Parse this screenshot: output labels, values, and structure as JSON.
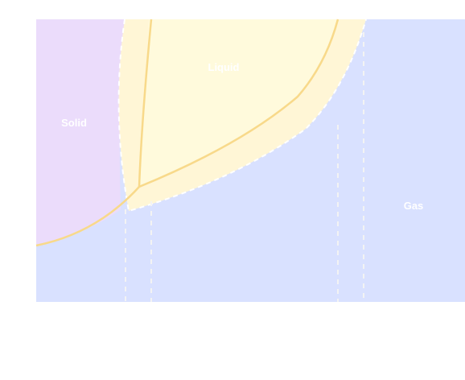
{
  "diagram": {
    "regions": {
      "solid": {
        "label": "Solid",
        "color": "#ebdcfb"
      },
      "liquid": {
        "label": "Liquid",
        "color": "#fffadc"
      },
      "gas": {
        "label": "Gas",
        "color": "#d9e1ff"
      }
    },
    "colors": {
      "boundary": "#f8d98a",
      "dashed_boundary": "#fffadf",
      "guide_lines": "#f3f3f3"
    }
  }
}
